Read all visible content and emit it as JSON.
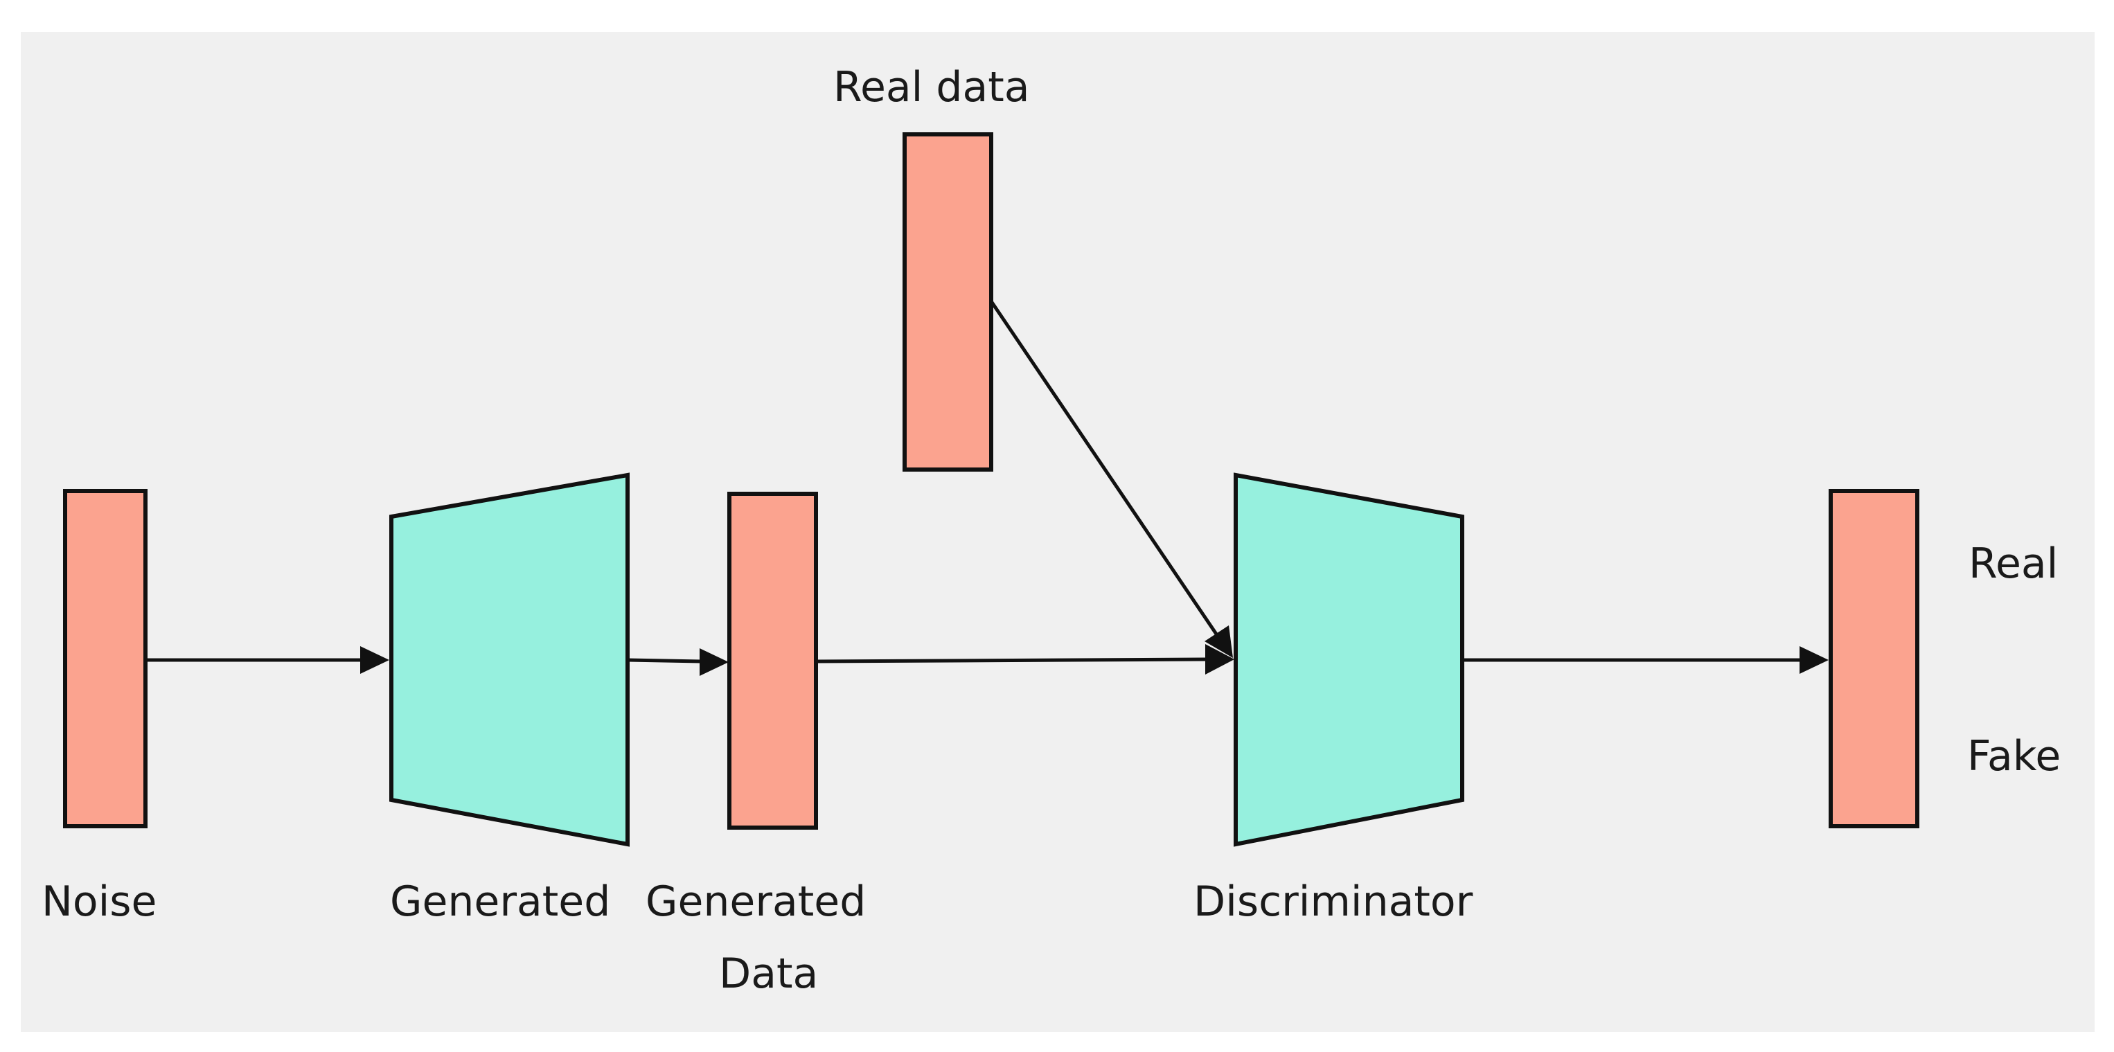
{
  "colors": {
    "data_block": "#fba38f",
    "network_block": "#96f0de",
    "stroke": "#111111",
    "background": "#f0f0f0"
  },
  "labels": {
    "real_data": "Real data",
    "noise": "Noise",
    "generator": "Generated",
    "generated_data_line1": "Generated",
    "generated_data_line2": "Data",
    "discriminator": "Discriminator",
    "real": "Real",
    "fake": "Fake"
  }
}
